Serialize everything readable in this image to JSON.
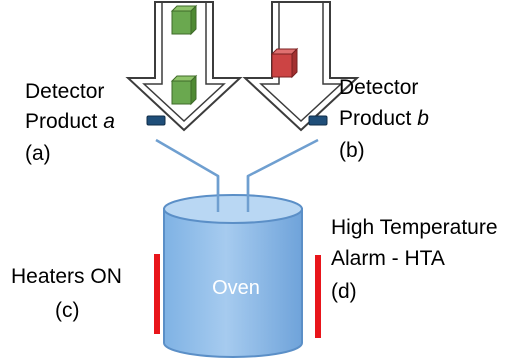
{
  "labels": {
    "detector_a": {
      "line1": "Detector",
      "line2_text": "Product ",
      "line2_var": "a",
      "tag": "(a)"
    },
    "detector_b": {
      "line1": "Detector",
      "line2_text": "Product ",
      "line2_var": "b",
      "tag": "(b)"
    },
    "heaters": {
      "line1": "Heaters ON",
      "tag": "(c)"
    },
    "alarm": {
      "line1": "High Temperature",
      "line2": "Alarm - HTA",
      "tag": "(d)"
    },
    "oven": "Oven"
  },
  "colors": {
    "arrow_fill": "#ffffff",
    "arrow_stroke": "#3c3c3c",
    "green_box": "#6aa84f",
    "red_box": "#cc4444",
    "detector": "#1f4e79",
    "wire": "#6f9fd0",
    "oven_fill": "#8fbce8",
    "oven_top": "#b9d7f3",
    "oven_stroke": "#5b8fc7",
    "bar": "#e8151b"
  }
}
